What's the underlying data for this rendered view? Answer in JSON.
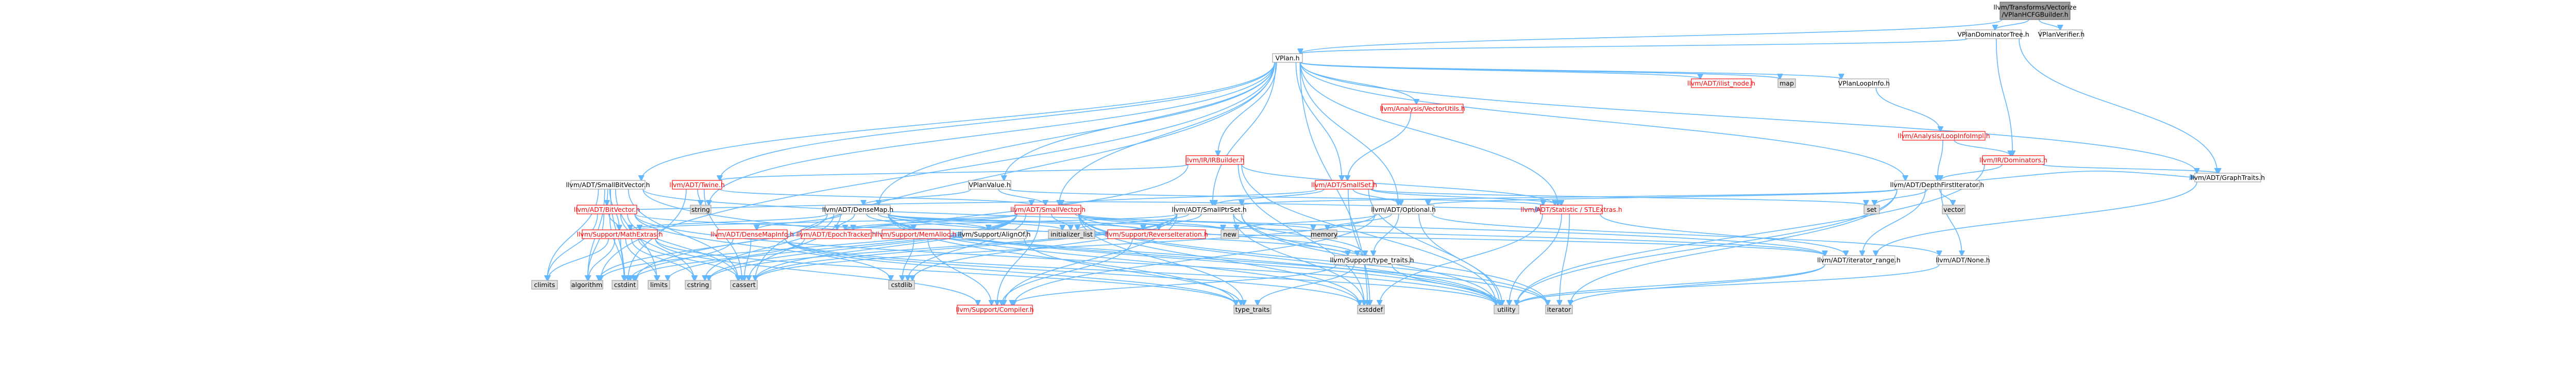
{
  "nodes": [
    {
      "id": "root",
      "label": "llvm/Transforms/Vectorize/VPlanHCFGBuilder.h",
      "kind": "root",
      "lines": [
        "llvm/Transforms/Vectorize",
        "/VPlanHCFGBuilder.h"
      ]
    },
    {
      "id": "vplandomtree",
      "label": "VPlanDominatorTree.h",
      "kind": "normal"
    },
    {
      "id": "vplanverifier",
      "label": "VPlanVerifier.h",
      "kind": "normal"
    },
    {
      "id": "vplan",
      "label": "VPlan.h",
      "kind": "normal"
    },
    {
      "id": "irdominators",
      "label": "llvm/IR/Dominators.h",
      "kind": "ext"
    },
    {
      "id": "adtgraphtraits",
      "label": "llvm/ADT/GraphTraits.h",
      "kind": "normal"
    },
    {
      "id": "adtilistnode",
      "label": "llvm/ADT/ilist_node.h",
      "kind": "ext"
    },
    {
      "id": "map",
      "label": "map",
      "kind": "system"
    },
    {
      "id": "vplanlooppinfo",
      "label": "VPlanLoopInfo.h",
      "kind": "normal"
    },
    {
      "id": "analysisvectorutils",
      "label": "llvm/Analysis/VectorUtils.h",
      "kind": "ext"
    },
    {
      "id": "analysisloopinfoimpl",
      "label": "llvm/Analysis/LoopInfoImpl.h",
      "kind": "ext"
    },
    {
      "id": "irbuilder",
      "label": "llvm/IR/IRBuilder.h",
      "kind": "ext"
    },
    {
      "id": "adtsmallset",
      "label": "llvm/ADT/SmallSet.h",
      "kind": "ext"
    },
    {
      "id": "adtsmallbitvector",
      "label": "llvm/ADT/SmallBitVector.h",
      "kind": "normal"
    },
    {
      "id": "adttwine",
      "label": "llvm/ADT/Twine.h",
      "kind": "ext"
    },
    {
      "id": "vplanvalue",
      "label": "VPlanValue.h",
      "kind": "normal"
    },
    {
      "id": "adtdepthfirst",
      "label": "llvm/ADT/DepthFirstIterator.h",
      "kind": "normal"
    },
    {
      "id": "adtbitvector",
      "label": "llvm/ADT/BitVector.h",
      "kind": "ext"
    },
    {
      "id": "string",
      "label": "string",
      "kind": "system"
    },
    {
      "id": "adtdensemap",
      "label": "llvm/ADT/DenseMap.h",
      "kind": "normal"
    },
    {
      "id": "adtsmallvector",
      "label": "llvm/ADT/SmallVector.h",
      "kind": "ext"
    },
    {
      "id": "adtsmallptrset",
      "label": "llvm/ADT/SmallPtrSet.h",
      "kind": "normal"
    },
    {
      "id": "adtoptional",
      "label": "llvm/ADT/Optional.h",
      "kind": "normal"
    },
    {
      "id": "set",
      "label": "set",
      "kind": "system"
    },
    {
      "id": "vector",
      "label": "vector",
      "kind": "system"
    },
    {
      "id": "adtstlext",
      "label": "llvm/ADT/Statistic / STLExtras.h",
      "kind": "ext"
    },
    {
      "id": "supportmathextras",
      "label": "llvm/Support/MathExtras.h",
      "kind": "ext"
    },
    {
      "id": "adtdensemapinfo",
      "label": "llvm/ADT/DenseMapInfo.h",
      "kind": "ext"
    },
    {
      "id": "adtepochtracker",
      "label": "llvm/ADT/EpochTracker.h",
      "kind": "ext"
    },
    {
      "id": "supportmemalloc",
      "label": "llvm/Support/MemAlloc.h",
      "kind": "ext"
    },
    {
      "id": "supportalignof",
      "label": "llvm/Support/AlignOf.h",
      "kind": "normal"
    },
    {
      "id": "initializerlist",
      "label": "initializer_list",
      "kind": "system"
    },
    {
      "id": "supportreverseiteration",
      "label": "llvm/Support/ReverseIteration.h",
      "kind": "ext"
    },
    {
      "id": "new",
      "label": "new",
      "kind": "system"
    },
    {
      "id": "memory",
      "label": "memory",
      "kind": "system"
    },
    {
      "id": "supporttypetraits",
      "label": "llvm/Support/type_traits.h",
      "kind": "normal"
    },
    {
      "id": "adtiteratorrange",
      "label": "llvm/ADT/iterator_range.h",
      "kind": "normal"
    },
    {
      "id": "adtnone",
      "label": "llvm/ADT/None.h",
      "kind": "normal"
    },
    {
      "id": "climits",
      "label": "climits",
      "kind": "system"
    },
    {
      "id": "algorithm",
      "label": "algorithm",
      "kind": "system"
    },
    {
      "id": "cstdint",
      "label": "cstdint",
      "kind": "system"
    },
    {
      "id": "limits",
      "label": "limits",
      "kind": "system"
    },
    {
      "id": "cstring",
      "label": "cstring",
      "kind": "system"
    },
    {
      "id": "cassert",
      "label": "cassert",
      "kind": "system"
    },
    {
      "id": "cstdlib",
      "label": "cstdlib",
      "kind": "system"
    },
    {
      "id": "supportcompiler",
      "label": "llvm/Support/Compiler.h",
      "kind": "ext"
    },
    {
      "id": "typetraits",
      "label": "type_traits",
      "kind": "system"
    },
    {
      "id": "cstddef",
      "label": "cstddef",
      "kind": "system"
    },
    {
      "id": "utility",
      "label": "utility",
      "kind": "system"
    },
    {
      "id": "iterator",
      "label": "iterator",
      "kind": "system"
    }
  ],
  "colors": {
    "edge": "#63b8ff",
    "node_border": "#999999",
    "system_fill": "#e0e0e0",
    "root_fill": "#999999",
    "ext_border": "#ff0000",
    "ext_text": "#ff0000"
  }
}
